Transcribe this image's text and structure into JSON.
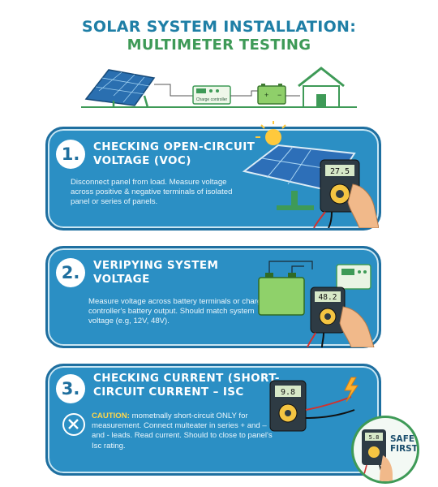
{
  "header": {
    "title_line1": "SOLAR SYSTEM INSTALLATION:",
    "title_line2": "MULTIMETER TESTING"
  },
  "hero": {
    "controller_label": "Charge controller",
    "battery_plus": "+",
    "battery_minus": "−",
    "icons": [
      "solar-panel-icon",
      "charge-controller-icon",
      "battery-icon",
      "house-icon"
    ]
  },
  "steps": [
    {
      "number": "1.",
      "title": "CHECKING OPEN-CIRCUIT VOLTAGE (VOC)",
      "body": "Disconnect panel from load. Measure voltage across positive & negative terminals of isolated panel or series of panels.",
      "meter_reading": "27.5",
      "icons": [
        "sun-icon",
        "solar-panel-icon",
        "multimeter-icon",
        "hand-icon"
      ]
    },
    {
      "number": "2.",
      "title": "VERIPYING SYSTEM VOLTAGE",
      "body": "Measure voltage across battery terminals or charge controller's battery output. Should match system voltage (e.g, 12V, 48V).",
      "meter_reading": "48.2",
      "icons": [
        "battery-icon",
        "charge-controller-icon",
        "multimeter-icon",
        "hand-icon"
      ]
    },
    {
      "number": "3.",
      "title": "CHECKING CURRENT (SHORT-CIRCUIT CURRENT – ISC",
      "caution_label": "CAUTION:",
      "body": " mometnally short-circuit ONLY for measurement. Connect multeater in series + and – and - leads.    Read current. Should to close to panel's Isc rating.",
      "meter_reading": "9.8",
      "icons": [
        "warning-x-icon",
        "multimeter-icon",
        "lightning-icon"
      ]
    }
  ],
  "safety": {
    "text": "SAFETY FIRST!",
    "meter_reading": "5.8"
  },
  "colors": {
    "title_blue": "#1f7fa6",
    "title_green": "#3e9a57",
    "card_blue": "#2b8fc4",
    "card_border": "#1e6fa0",
    "caution_yellow": "#ffd64a"
  }
}
